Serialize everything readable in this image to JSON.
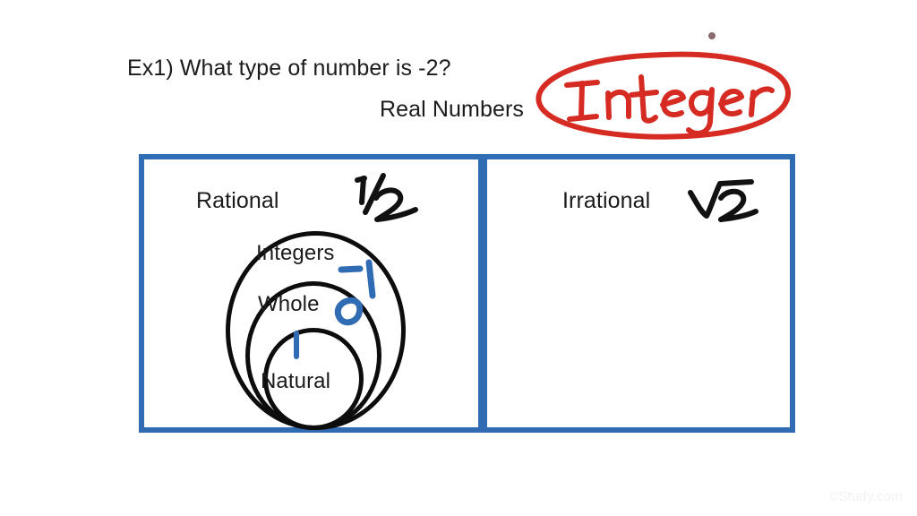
{
  "slide": {
    "background_color": "#ffffff",
    "watermark": "©Study.com"
  },
  "question": {
    "text": "Ex1) What type of number is -2?"
  },
  "answer_annotation": {
    "text": "Integer",
    "color": "#d62b22",
    "style": "handwritten-circled",
    "shape": "ellipse"
  },
  "diagram": {
    "top_label": "Real Numbers",
    "border_color": "#2f6cb4",
    "circle_color": "#0d0d0d",
    "example_ink_color": "#2f6cb4",
    "panels": [
      {
        "name": "rational",
        "label": "Rational",
        "example": "1/2",
        "example_kind": "fraction",
        "nested_sets": [
          {
            "label": "Integers",
            "example": "-1"
          },
          {
            "label": "Whole",
            "example": "0"
          },
          {
            "label": "Natural",
            "example": "1"
          }
        ]
      },
      {
        "name": "irrational",
        "label": "Irrational",
        "example": "√2",
        "example_kind": "radical",
        "nested_sets": []
      }
    ]
  }
}
